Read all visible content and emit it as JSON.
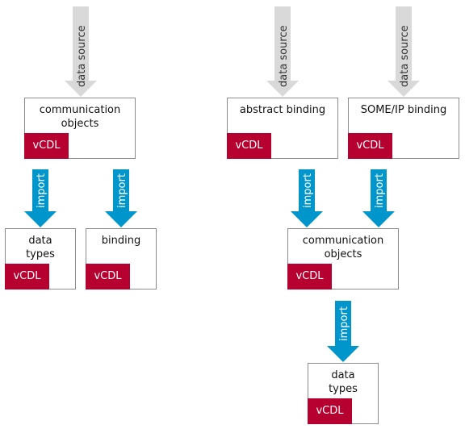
{
  "colors": {
    "tag_bg": "#b6002f",
    "tag_text": "#ffffff",
    "box_border": "#8c8c8c",
    "data_source_arrow": "#d9d9d9",
    "data_source_text": "#333333",
    "import_arrow": "#0096cc",
    "import_text": "#ffffff"
  },
  "labels": {
    "data_source": "data source",
    "import": "import",
    "vcdl": "vCDL"
  },
  "left_diagram": {
    "comm_objects": "communication\nobjects",
    "data_types": "data\ntypes",
    "binding": "binding"
  },
  "right_diagram": {
    "abstract_binding": "abstract binding",
    "someip_binding": "SOME/IP binding",
    "comm_objects": "communication\nobjects",
    "data_types": "data\ntypes"
  }
}
